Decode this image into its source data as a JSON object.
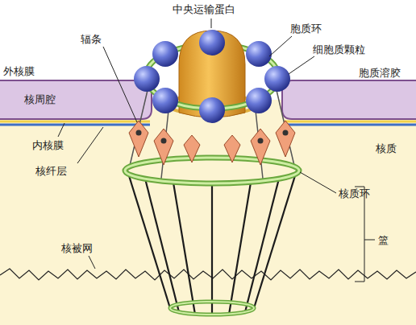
{
  "diagram": {
    "labels": [
      "中央运输蛋白",
      "辐条",
      "胞质环",
      "细胞质颗粒",
      "外核膜",
      "胞质溶胶",
      "核周腔",
      "核质",
      "内核膜",
      "核纤层",
      "核质环",
      "篮",
      "核被网"
    ]
  }
}
